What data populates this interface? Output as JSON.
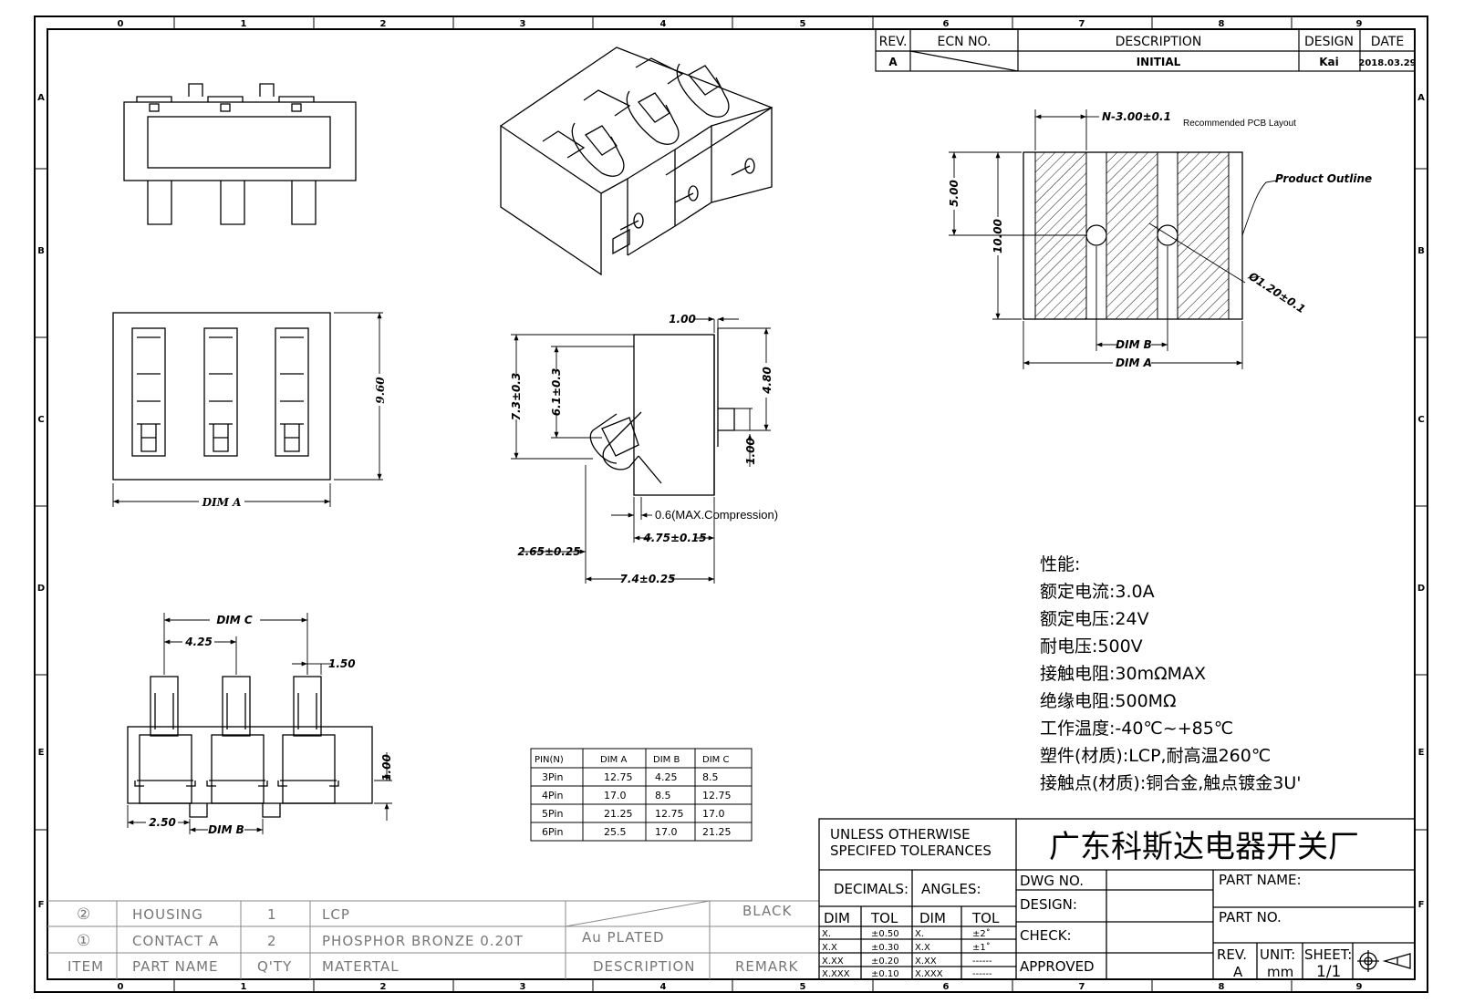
{
  "border": {
    "columns": [
      "0",
      "1",
      "2",
      "3",
      "4",
      "5",
      "6",
      "7",
      "8",
      "9"
    ],
    "rows": [
      "A",
      "B",
      "C",
      "D",
      "E",
      "F"
    ]
  },
  "revision": {
    "headers": [
      "REV.",
      "ECN NO.",
      "DESCRIPTION",
      "DESIGN",
      "DATE"
    ],
    "row": {
      "rev": "A",
      "ecn": "",
      "description": "INITIAL",
      "design": "Kai",
      "date": "2018.03.29"
    }
  },
  "dims": {
    "n_pitch": "N-3.00±0.1",
    "pcb_note": "Recommended PCB Layout",
    "product_outline": "Product Outline",
    "pcb_h1": "5.00",
    "pcb_h2": "10.00",
    "hole": "Ø1.20±0.1",
    "pcb_dim_b": "DIM B",
    "pcb_dim_a": "DIM A",
    "top_dim_a": "DIM A",
    "top_h": "9.60",
    "side_1": "1.00",
    "side_73": "7.3±0.3",
    "side_61": "6.1±0.3",
    "side_48": "4.80",
    "side_100b": "1.00",
    "side_comp": "0.6(MAX.Compression)",
    "side_475": "4.75±0.15",
    "side_265": "2.65±0.25",
    "side_74": "7.4±0.25",
    "front_dim_c": "DIM C",
    "front_425": "4.25",
    "front_150": "1.50",
    "front_100": "1.00",
    "front_250": "2.50",
    "front_dim_b": "DIM B"
  },
  "pin_table": {
    "headers": [
      "PIN(N)",
      "DIM A",
      "DIM B",
      "DIM C"
    ],
    "rows": [
      [
        "3Pin",
        "12.75",
        "4.25",
        "8.5"
      ],
      [
        "4Pin",
        "17.0",
        "8.5",
        "12.75"
      ],
      [
        "5Pin",
        "21.25",
        "12.75",
        "17.0"
      ],
      [
        "6Pin",
        "25.5",
        "17.0",
        "21.25"
      ]
    ]
  },
  "specs": {
    "title": "性能:",
    "lines": [
      "额定电流:3.0A",
      "额定电压:24V",
      "耐电压:500V",
      "接触电阻:30mΩMAX",
      "绝缘电阻:500MΩ",
      "工作温度:-40℃~+85℃",
      "塑件(材质):LCP,耐高温260℃",
      "接触点(材质):铜合金,触点镀金3U'"
    ]
  },
  "bom": {
    "rows": [
      {
        "item": "②",
        "name": "HOUSING",
        "qty": "1",
        "material": "LCP",
        "description": "",
        "remark": "BLACK"
      },
      {
        "item": "①",
        "name": "CONTACT A",
        "qty": "2",
        "material": "PHOSPHOR BRONZE 0.20T",
        "description": "Au PLATED",
        "remark": ""
      }
    ],
    "headers": {
      "item": "ITEM",
      "name": "PART NAME",
      "qty": "Q'TY",
      "material": "MATERTAL",
      "description": "DESCRIPTION",
      "remark": "REMARK"
    }
  },
  "title_block": {
    "tolerance_note_1": "UNLESS OTHERWISE",
    "tolerance_note_2": "SPECIFED TOLERANCES",
    "company": "广东科斯达电器开关厂",
    "decimals": "DECIMALS:",
    "angles": "ANGLES:",
    "dim": "DIM",
    "tol": "TOL",
    "decimal_rows": [
      [
        "X.",
        "±0.50"
      ],
      [
        "X.X",
        "±0.30"
      ],
      [
        "X.XX",
        "±0.20"
      ],
      [
        "X.XXX",
        "±0.10"
      ]
    ],
    "angle_rows": [
      [
        "X.",
        "±2˚"
      ],
      [
        "X.X",
        "±1˚"
      ],
      [
        "X.XX",
        "------"
      ],
      [
        "X.XXX",
        "------"
      ]
    ],
    "dwg_no": "DWG NO.",
    "design": "DESIGN:",
    "check": "CHECK:",
    "approved": "APPROVED",
    "part_name": "PART NAME:",
    "part_no": "PART NO.",
    "rev_label": "REV.",
    "rev_value": "A",
    "unit_label": "UNIT:",
    "unit_value": "mm",
    "sheet_label": "SHEET:",
    "sheet_value": "1/1"
  }
}
